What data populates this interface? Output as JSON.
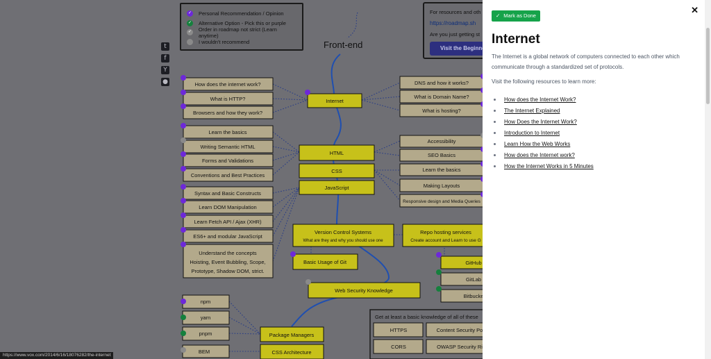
{
  "legend": {
    "items": [
      {
        "label": "Personal Recommendation / Opinion",
        "color": "#6d28d9",
        "mark": "✓"
      },
      {
        "label": "Alternative Option - Pick this or purple",
        "color": "#15803d",
        "mark": "✓"
      },
      {
        "label": "Order in roadmap not strict (Learn anytime)",
        "color": "#8a8a8a",
        "mark": "✓"
      },
      {
        "label": "I wouldn't recommend",
        "color": "#8a8a8a",
        "mark": ""
      }
    ]
  },
  "resources_box": {
    "line1": "For resources and oth",
    "link": "https://roadmap.sh",
    "line3": "Are you just getting st",
    "button": "Visit the Beginner"
  },
  "map_title": "Front-end",
  "share_icons": [
    "twitter-icon",
    "facebook-icon",
    "hackernews-icon",
    "reddit-icon"
  ],
  "nodes": {
    "how_internet": "How does the internet work?",
    "what_http": "What is HTTP?",
    "browsers": "Browsers and how they work?",
    "internet": "Internet",
    "dns": "DNS and how it works?",
    "domain": "What is Domain Name?",
    "hosting": "What is hosting?",
    "learn_basics": "Learn the basics",
    "semantic_html": "Writing Semantic HTML",
    "forms": "Forms and Validations",
    "conventions": "Conventions and Best Practices",
    "html": "HTML",
    "css": "CSS",
    "javascript": "JavaScript",
    "accessibility": "Accessibility",
    "seo": "SEO Basics",
    "css_basics": "Learn the basics",
    "layouts": "Making Layouts",
    "responsive": "Responsive design and Media Queries",
    "syntax": "Syntax and Basic Constructs",
    "dom": "Learn DOM Manipulation",
    "fetch": "Learn Fetch API / Ajax (XHR)",
    "es6": "ES6+ and modular JavaScript",
    "concepts_1": "Understand the concepts",
    "concepts_2": "Hoisting, Event Bubbling, Scope,",
    "concepts_3": "Prototype, Shadow DOM, strict.",
    "vcs_1": "Version Control Systems",
    "vcs_2": "What are they and why you should use one",
    "repo_1": "Repo hosting services",
    "repo_2": "Create account and Learn to use G",
    "git": "Basic Usage of Git",
    "github": "GitHub",
    "gitlab": "GitLab",
    "bitbucket": "Bitbucke",
    "websec": "Web Security Knowledge",
    "npm": "npm",
    "yarn": "yarn",
    "pnpm": "pnpm",
    "pkg": "Package Managers",
    "bem": "BEM",
    "css_arch": "CSS Architecture",
    "sec_box": "Get at least a basic knowledge of all of these",
    "https": "HTTPS",
    "csp": "Content Security Po",
    "cors": "CORS",
    "owasp": "OWASP Security Ri"
  },
  "status_url": "https://www.vox.com/2014/6/16/18076282/the-internet",
  "drawer": {
    "mark_done": "Mark as Done",
    "title": "Internet",
    "description": "The Internet is a global network of computers connected to each other which communicate through a standardized set of protocols.",
    "resources_intro": "Visit the following resources to learn more:",
    "links": [
      "How does the Internet Work?",
      "The Internet Explained",
      "How Does the Internet Work?",
      "Introduction to Internet",
      "Learn How the Web Works",
      "How does the Internet work?",
      "How the Internet Works in 5 Minutes"
    ]
  }
}
